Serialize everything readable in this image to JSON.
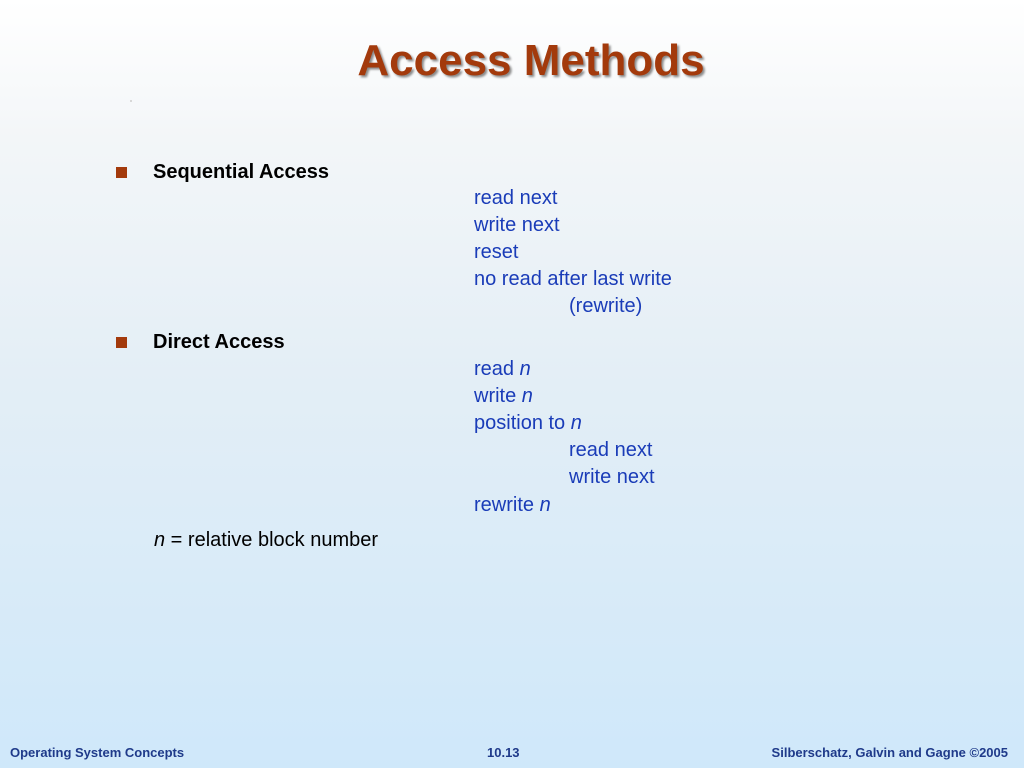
{
  "slide": {
    "title": "Access Methods",
    "sections": [
      {
        "heading": "Sequential Access",
        "ops": [
          "read next",
          "write next",
          "reset",
          "no read after last write",
          "(rewrite)"
        ]
      },
      {
        "heading": "Direct Access",
        "ops": [
          "read ",
          "write ",
          "position to ",
          "read next",
          "write next",
          "rewrite "
        ],
        "var": "n"
      }
    ],
    "note_var": "n",
    "note_text": " = relative block number"
  },
  "footer": {
    "left": "Operating System Concepts",
    "center": "10.13",
    "right": "Silberschatz, Galvin and Gagne ©2005"
  },
  "colors": {
    "title": "#a33a0c",
    "bullet": "#a33a0c",
    "ops": "#1a3cb8",
    "footer": "#1f3a8a"
  }
}
